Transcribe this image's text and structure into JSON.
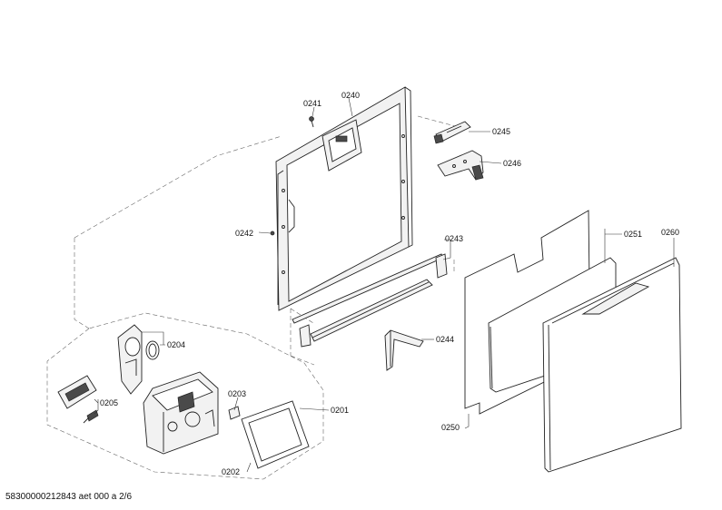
{
  "drawing": {
    "labels": {
      "p0240": "0240",
      "p0241": "0241",
      "p0242": "0242",
      "p0243": "0243",
      "p0244": "0244",
      "p0245": "0245",
      "p0246": "0246",
      "p0250": "0250",
      "p0251": "0251",
      "p0260": "0260",
      "p0201": "0201",
      "p0202": "0202",
      "p0203": "0203",
      "p0204": "0204",
      "p0205": "0205"
    }
  },
  "footer": {
    "document_id": "58300000212843 aet 000 a 2/6"
  }
}
